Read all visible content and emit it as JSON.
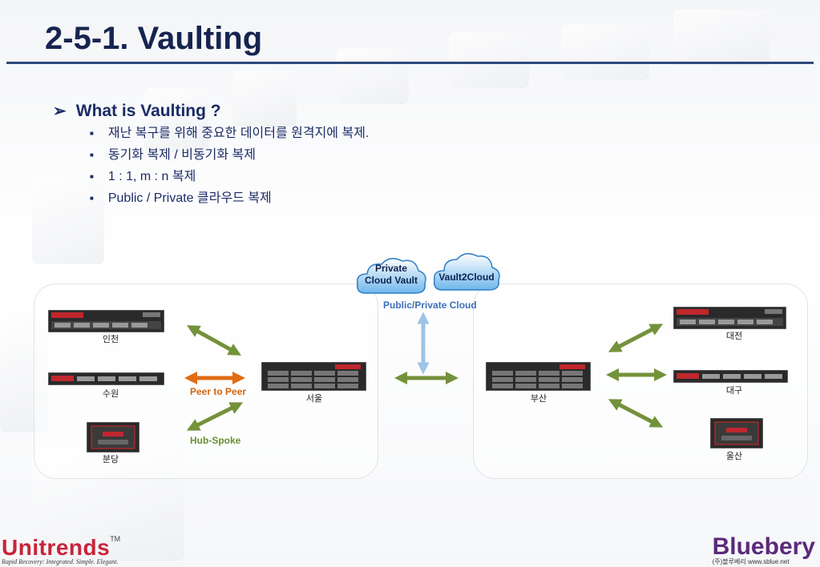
{
  "slide": {
    "title": "2-5-1. Vaulting",
    "heading": "What is Vaulting ?",
    "bullets": [
      "재난 복구를 위해 중요한 데이터를 원격지에 복제.",
      "동기화 복제 / 비동기화 복제",
      "1 : 1, m : n 복제",
      "Public / Private 클라우드 복제"
    ]
  },
  "diagram": {
    "clouds": {
      "private_line1": "Private",
      "private_line2": "Cloud Vault",
      "vault2cloud": "Vault2Cloud"
    },
    "cloud_caption": "Public/Private Cloud",
    "arrow_labels": {
      "peer_to_peer": "Peer to Peer",
      "hub_spoke": "Hub-Spoke"
    },
    "sites_left": {
      "incheon": "인천",
      "suwon": "수원",
      "bundang": "분당",
      "seoul": "서울"
    },
    "sites_right": {
      "busan": "부산",
      "daejeon": "대전",
      "daegu": "대구",
      "ulsan": "울산"
    },
    "colors": {
      "green_arrow": "#74923a",
      "orange_arrow": "#e06c14",
      "blue_arrow": "#9dc3e6"
    }
  },
  "footer": {
    "left_logo": "Unitrends",
    "left_tm": "TM",
    "left_tagline": "Rapid Recovery: Integrated. Simple. Elegant.",
    "right_logo": "Bluebery",
    "right_tagline": "(주)블루베리 www.sblue.net"
  }
}
